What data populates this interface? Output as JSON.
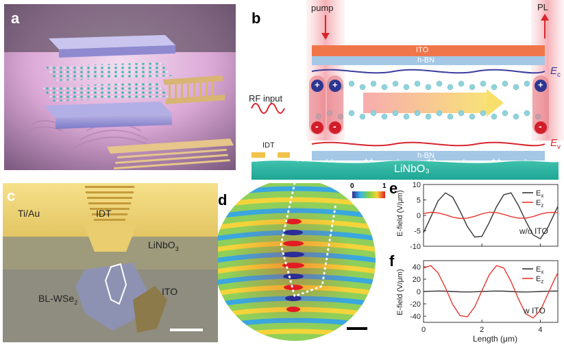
{
  "panel_a": {
    "label": "a"
  },
  "panel_b": {
    "label": "b",
    "pump": "pump",
    "pl": "PL",
    "ito": "ITO",
    "hbn_top": "h-BN",
    "hbn_bottom": "h-BN",
    "ec_main": "E",
    "ec_sub": "c",
    "ev_main": "E",
    "ev_sub": "v",
    "rf_input": "RF input",
    "idt": "IDT",
    "substrate": "LiNbO₃",
    "plus": "+",
    "minus": "-"
  },
  "panel_c": {
    "label": "c",
    "ti_au": "Ti/Au",
    "idt": "IDT",
    "linbo3_main": "LiNbO",
    "linbo3_sub": "3",
    "ito": "ITO",
    "wse2_main": "BL-WSe",
    "wse2_sub": "2"
  },
  "panel_d": {
    "label": "d",
    "cbar_min": "0",
    "cbar_max": "1"
  },
  "panel_e": {
    "label": "e",
    "annotation": "w/o ITO"
  },
  "panel_f": {
    "label": "f",
    "annotation": "w ITO"
  },
  "ylabel_main": "E-field (V/",
  "ylabel_mu": "μ",
  "ylabel_end": "m)",
  "xlabel_main": "Length (",
  "xlabel_mu": "μ",
  "xlabel_end": "m)",
  "chart_data": [
    {
      "type": "line",
      "panel": "e",
      "x": [
        0,
        0.25,
        0.5,
        0.75,
        1.0,
        1.25,
        1.5,
        1.75,
        2.0,
        2.25,
        2.5,
        2.75,
        3.0,
        3.25,
        3.5,
        3.75,
        4.0,
        4.25,
        4.5,
        4.6
      ],
      "series": [
        {
          "name": "Ex",
          "values": [
            -5.6,
            -0.5,
            4.7,
            7.3,
            5.9,
            1.4,
            -3.6,
            -7.0,
            -6.8,
            -2.3,
            2.8,
            6.7,
            7.3,
            3.2,
            -1.8,
            -6.3,
            -7.6,
            -4.1,
            0.9,
            2.9
          ]
        },
        {
          "name": "Ez",
          "values": [
            0.6,
            1.0,
            0.8,
            0.2,
            -0.6,
            -1.0,
            -0.9,
            -0.3,
            0.5,
            1.0,
            0.9,
            0.3,
            -0.4,
            -0.9,
            -0.9,
            -0.4,
            0.4,
            0.9,
            1.0,
            0.8
          ]
        }
      ],
      "legend": [
        "E",
        "E"
      ],
      "legend_subs": [
        "x",
        "z"
      ],
      "ylim": [
        -10,
        10
      ],
      "xlim": [
        0,
        4.6
      ],
      "yticks": [
        -10,
        -5,
        0,
        5,
        10
      ],
      "xticks": [
        0,
        2,
        4
      ],
      "colors": [
        "#333333",
        "#e8352e"
      ]
    },
    {
      "type": "line",
      "panel": "f",
      "x": [
        0,
        0.25,
        0.5,
        0.75,
        1.0,
        1.25,
        1.5,
        1.75,
        2.0,
        2.25,
        2.5,
        2.75,
        3.0,
        3.25,
        3.5,
        3.75,
        4.0,
        4.25,
        4.5,
        4.6
      ],
      "series": [
        {
          "name": "Ex",
          "values": [
            0,
            0.5,
            0.8,
            0.6,
            0,
            -0.6,
            -0.8,
            -0.5,
            0,
            0.5,
            0.8,
            0.6,
            0,
            -0.6,
            -0.8,
            -0.5,
            0,
            0.5,
            0.8,
            0.6
          ]
        },
        {
          "name": "Ez",
          "values": [
            38,
            42,
            30,
            6,
            -21,
            -39,
            -41,
            -25,
            1,
            27,
            42,
            38,
            16,
            -12,
            -36,
            -43,
            -31,
            -5,
            21,
            30
          ]
        }
      ],
      "legend": [
        "E",
        "E"
      ],
      "legend_subs": [
        "x",
        "z"
      ],
      "ylim": [
        -50,
        50
      ],
      "xlim": [
        0,
        4.6
      ],
      "yticks": [
        -40,
        -20,
        0,
        20,
        40
      ],
      "xticks": [
        0,
        2,
        4
      ],
      "colors": [
        "#333333",
        "#e8352e"
      ]
    }
  ]
}
